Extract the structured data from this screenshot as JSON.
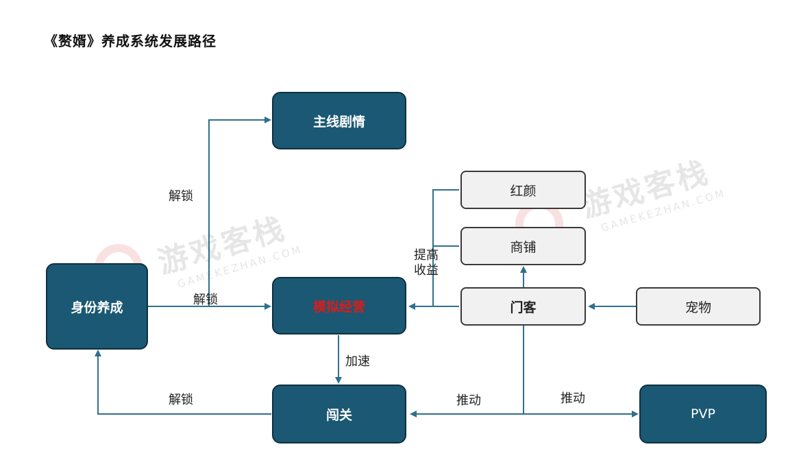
{
  "title": "《赘婿》养成系统发展路径",
  "nodes": {
    "main_story": "主线剧情",
    "identity": "身份养成",
    "management": "模拟经营",
    "stage": "闯关",
    "pvp": "PVP",
    "beauty": "红颜",
    "shop": "商铺",
    "retainer": "门客",
    "pet": "宠物"
  },
  "edges": {
    "unlock_story": "解锁",
    "unlock_manage": "解锁",
    "unlock_identity": "解锁",
    "accelerate": "加速",
    "raise_income": "提高\n收益",
    "push_stage": "推动",
    "push_pvp": "推动"
  },
  "watermark": {
    "text": "游戏客栈",
    "domain": "GAMEKEZHAN.COM"
  },
  "colors": {
    "node_dark": "#1b5873",
    "node_light": "#f1f1f1",
    "line": "#2f6f8c",
    "highlight_text": "#d81d1d"
  }
}
